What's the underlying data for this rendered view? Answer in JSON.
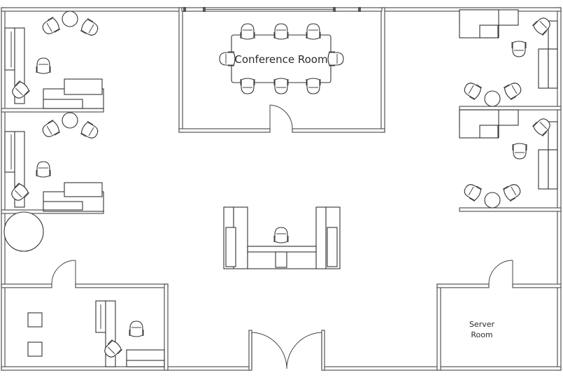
{
  "rooms": {
    "conference": "Conference Room",
    "server_line1": "Server",
    "server_line2": "Room"
  }
}
